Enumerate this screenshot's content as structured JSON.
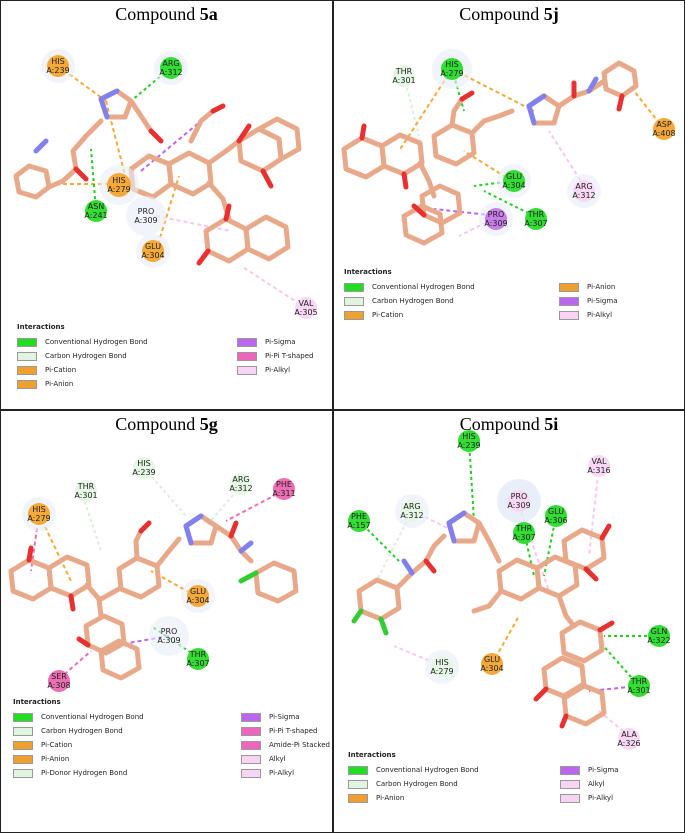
{
  "panels": [
    {
      "key": "5a",
      "title_prefix": "Compound ",
      "title_bold": "5a",
      "legend_title": "Interactions",
      "legend_left": [
        {
          "label": "Conventional Hydrogen Bond",
          "color": "#22dd22"
        },
        {
          "label": "Carbon Hydrogen Bond",
          "color": "#dff5df"
        },
        {
          "label": "Pi-Cation",
          "color": "#f0a030"
        },
        {
          "label": "Pi-Anion",
          "color": "#f0a030"
        }
      ],
      "legend_right": [
        {
          "label": "Pi-Sigma",
          "color": "#bb66ee"
        },
        {
          "label": "Pi-Pi T-shaped",
          "color": "#ee66bb"
        },
        {
          "label": "Pi-Alkyl",
          "color": "#f8d4f4"
        }
      ],
      "residues": [
        {
          "name": "HIS",
          "id": "A:239",
          "type": "orange"
        },
        {
          "name": "ARG",
          "id": "A:312",
          "type": "green"
        },
        {
          "name": "HIS",
          "id": "A:279",
          "type": "orange"
        },
        {
          "name": "ASN",
          "id": "A:241",
          "type": "green"
        },
        {
          "name": "PRO",
          "id": "A:309",
          "type": "lightgreen"
        },
        {
          "name": "GLU",
          "id": "A:304",
          "type": "orange"
        },
        {
          "name": "VAL",
          "id": "A:305",
          "type": "pink"
        }
      ]
    },
    {
      "key": "5j",
      "title_prefix": "Compound ",
      "title_bold": "5j",
      "legend_title": "Interactions",
      "legend_left": [
        {
          "label": "Conventional Hydrogen Bond",
          "color": "#22dd22"
        },
        {
          "label": "Carbon Hydrogen Bond",
          "color": "#dff5df"
        },
        {
          "label": "Pi-Cation",
          "color": "#f0a030"
        }
      ],
      "legend_right": [
        {
          "label": "Pi-Anion",
          "color": "#f0a030"
        },
        {
          "label": "Pi-Sigma",
          "color": "#bb66ee"
        },
        {
          "label": "Pi-Alkyl",
          "color": "#f8d4f4"
        }
      ],
      "residues": [
        {
          "name": "THR",
          "id": "A:301",
          "type": "lightgreen"
        },
        {
          "name": "HIS",
          "id": "A:279",
          "type": "green"
        },
        {
          "name": "ASP",
          "id": "A:408",
          "type": "orange"
        },
        {
          "name": "GLU",
          "id": "A:304",
          "type": "green"
        },
        {
          "name": "ARG",
          "id": "A:312",
          "type": "pink"
        },
        {
          "name": "PRO",
          "id": "A:309",
          "type": "purple"
        },
        {
          "name": "THR",
          "id": "A:307",
          "type": "green"
        }
      ]
    },
    {
      "key": "5g",
      "title_prefix": "Compound ",
      "title_bold": "5g",
      "legend_title": "Interactions",
      "legend_left": [
        {
          "label": "Conventional Hydrogen Bond",
          "color": "#22dd22"
        },
        {
          "label": "Carbon Hydrogen Bond",
          "color": "#dff5df"
        },
        {
          "label": "Pi-Cation",
          "color": "#f0a030"
        },
        {
          "label": "Pi-Anion",
          "color": "#f0a030"
        },
        {
          "label": "Pi-Donor Hydrogen Bond",
          "color": "#dff5df"
        }
      ],
      "legend_right": [
        {
          "label": "Pi-Sigma",
          "color": "#bb66ee"
        },
        {
          "label": "Pi-Pi T-shaped",
          "color": "#ee66bb"
        },
        {
          "label": "Amide-Pi Stacked",
          "color": "#ee66bb"
        },
        {
          "label": "Alkyl",
          "color": "#f8d4f4"
        },
        {
          "label": "Pi-Alkyl",
          "color": "#f8d4f4"
        }
      ],
      "residues": [
        {
          "name": "HIS",
          "id": "A:239",
          "type": "lightgreen"
        },
        {
          "name": "THR",
          "id": "A:301",
          "type": "lightgreen"
        },
        {
          "name": "ARG",
          "id": "A:312",
          "type": "lightgreen"
        },
        {
          "name": "PHE",
          "id": "A:311",
          "type": "magenta"
        },
        {
          "name": "HIS",
          "id": "A:279",
          "type": "orange"
        },
        {
          "name": "GLU",
          "id": "A:304",
          "type": "orange"
        },
        {
          "name": "PRO",
          "id": "A:309",
          "type": "lightgreen"
        },
        {
          "name": "THR",
          "id": "A:307",
          "type": "green"
        },
        {
          "name": "SER",
          "id": "A:308",
          "type": "magenta"
        }
      ]
    },
    {
      "key": "5i",
      "title_prefix": "Compound ",
      "title_bold": "5i",
      "legend_title": "Interactions",
      "legend_left": [
        {
          "label": "Conventional Hydrogen Bond",
          "color": "#22dd22"
        },
        {
          "label": "Carbon Hydrogen Bond",
          "color": "#dff5df"
        },
        {
          "label": "Pi-Anion",
          "color": "#f0a030"
        }
      ],
      "legend_right": [
        {
          "label": "Pi-Sigma",
          "color": "#bb66ee"
        },
        {
          "label": "Alkyl",
          "color": "#f8d4f4"
        },
        {
          "label": "Pi-Alkyl",
          "color": "#f8d4f4"
        }
      ],
      "residues": [
        {
          "name": "HIS",
          "id": "A:239",
          "type": "green"
        },
        {
          "name": "VAL",
          "id": "A:316",
          "type": "pink"
        },
        {
          "name": "PHE",
          "id": "A:157",
          "type": "green"
        },
        {
          "name": "ARG",
          "id": "A:312",
          "type": "lightgreen"
        },
        {
          "name": "PRO",
          "id": "A:309",
          "type": "pink"
        },
        {
          "name": "THR",
          "id": "A:307",
          "type": "green"
        },
        {
          "name": "GLU",
          "id": "A:306",
          "type": "green"
        },
        {
          "name": "GLN",
          "id": "A:322",
          "type": "green"
        },
        {
          "name": "HIS",
          "id": "A:279",
          "type": "lightgreen"
        },
        {
          "name": "GLU",
          "id": "A:304",
          "type": "orange"
        },
        {
          "name": "THR",
          "id": "A:301",
          "type": "green"
        },
        {
          "name": "ALA",
          "id": "A:326",
          "type": "pink"
        }
      ]
    }
  ],
  "residue_colors": {
    "green": "#33dd33",
    "orange": "#f4a93a",
    "lightgreen": "#e6f7e6",
    "pink": "#f8d8f4",
    "purple": "#c77ee8",
    "magenta": "#ee6eb4"
  },
  "bond_color": "#e8a98a",
  "oxygen_color": "#e83030",
  "nitrogen_color": "#8080ee",
  "chlorine_color": "#33cc33"
}
